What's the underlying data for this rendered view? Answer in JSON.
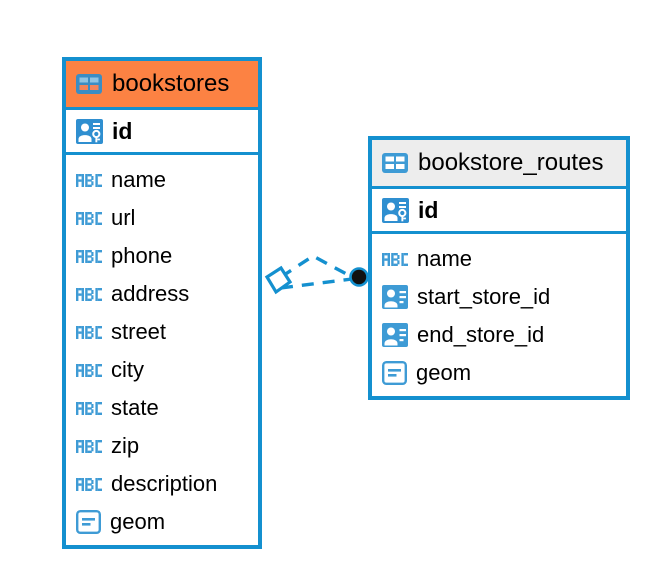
{
  "diagram": {
    "type": "entity-relationship-diagram",
    "accent_color": "#FC8243",
    "border_color": "#1490CF",
    "neutral_header_color": "#EDEDED",
    "background": "#FFFFFF"
  },
  "entities": [
    {
      "name": "bookstores",
      "header_style": "accent",
      "header_icon": "table-icon",
      "primary_key": {
        "label": "id",
        "icon": "primary-key-icon"
      },
      "attributes": [
        {
          "label": "name",
          "icon": "text-abc-icon"
        },
        {
          "label": "url",
          "icon": "text-abc-icon"
        },
        {
          "label": "phone",
          "icon": "text-abc-icon"
        },
        {
          "label": "address",
          "icon": "text-abc-icon"
        },
        {
          "label": "street",
          "icon": "text-abc-icon"
        },
        {
          "label": "city",
          "icon": "text-abc-icon"
        },
        {
          "label": "state",
          "icon": "text-abc-icon"
        },
        {
          "label": "zip",
          "icon": "text-abc-icon"
        },
        {
          "label": "description",
          "icon": "text-abc-icon"
        },
        {
          "label": "geom",
          "icon": "geometry-icon"
        }
      ]
    },
    {
      "name": "bookstore_routes",
      "header_style": "neutral",
      "header_icon": "table-icon",
      "primary_key": {
        "label": "id",
        "icon": "primary-key-icon"
      },
      "attributes": [
        {
          "label": "name",
          "icon": "text-abc-icon"
        },
        {
          "label": "start_store_id",
          "icon": "foreign-key-icon"
        },
        {
          "label": "end_store_id",
          "icon": "foreign-key-icon"
        },
        {
          "label": "geom",
          "icon": "geometry-icon"
        }
      ]
    }
  ],
  "relationship": {
    "style": "dashed",
    "color": "#1490CF",
    "source_endpoint": "open-diamond",
    "target_endpoint": "filled-circle",
    "target_fill": "#111111"
  }
}
